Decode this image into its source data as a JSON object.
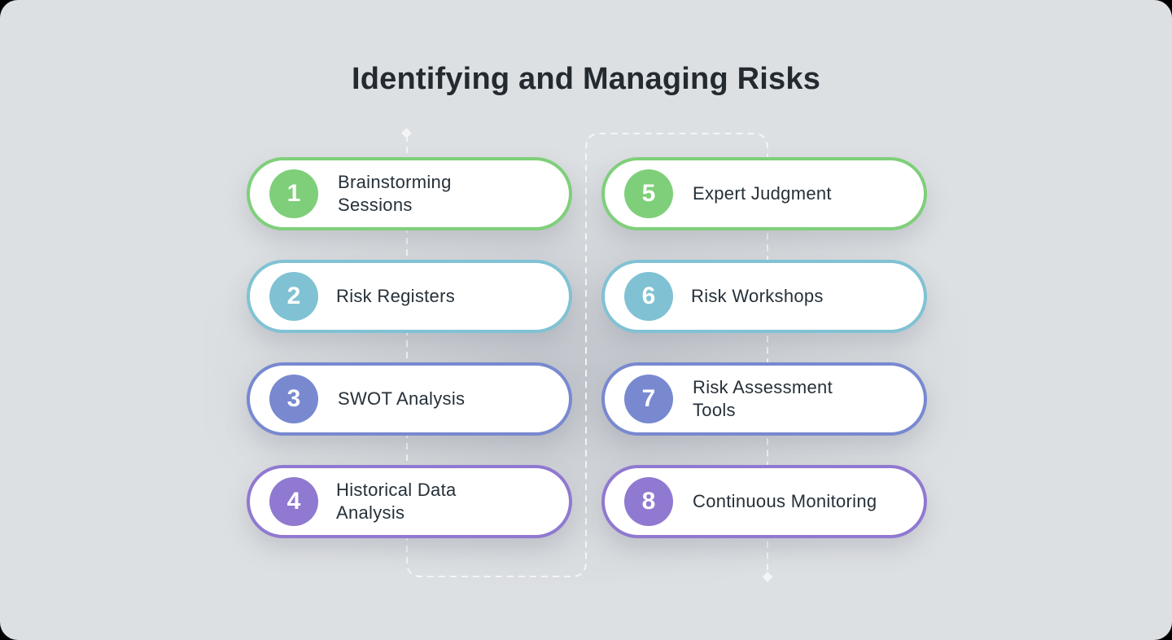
{
  "title": "Identifying and Managing Risks",
  "colors": {
    "background": "#dde0e3",
    "title_text": "#232a30",
    "label_text": "#263038",
    "green": "#7fcf7a",
    "teal": "#80c2d4",
    "blue": "#7889d0",
    "purple": "#9079d0",
    "connector": "#f4f5f6"
  },
  "left_column": [
    {
      "number": "1",
      "label": "Brainstorming Sessions",
      "color": "green"
    },
    {
      "number": "2",
      "label": "Risk Registers",
      "color": "teal"
    },
    {
      "number": "3",
      "label": "SWOT Analysis",
      "color": "blue"
    },
    {
      "number": "4",
      "label": "Historical Data Analysis",
      "color": "purple"
    }
  ],
  "right_column": [
    {
      "number": "5",
      "label": "Expert Judgment",
      "color": "green"
    },
    {
      "number": "6",
      "label": "Risk Workshops",
      "color": "teal"
    },
    {
      "number": "7",
      "label": "Risk Assessment Tools",
      "color": "blue"
    },
    {
      "number": "8",
      "label": "Continuous Monitoring",
      "color": "purple"
    }
  ]
}
